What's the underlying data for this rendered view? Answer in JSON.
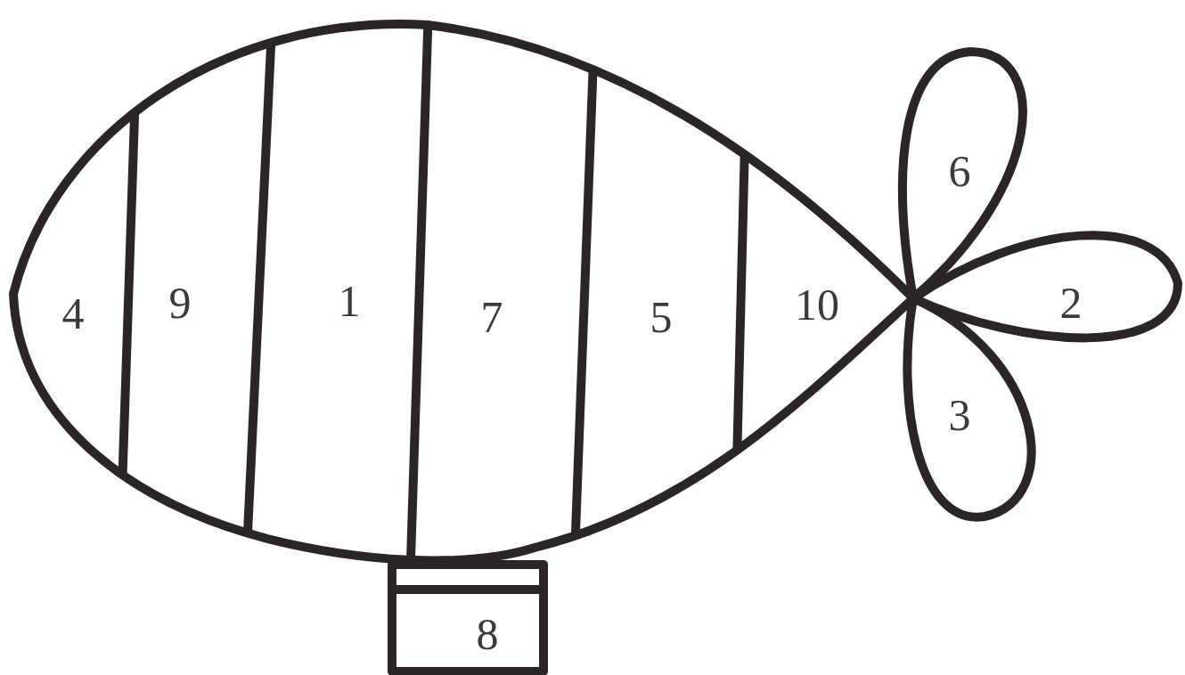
{
  "diagram": {
    "labels": [
      "4",
      "9",
      "1",
      "7",
      "5",
      "10",
      "6",
      "2",
      "3",
      "8"
    ]
  }
}
